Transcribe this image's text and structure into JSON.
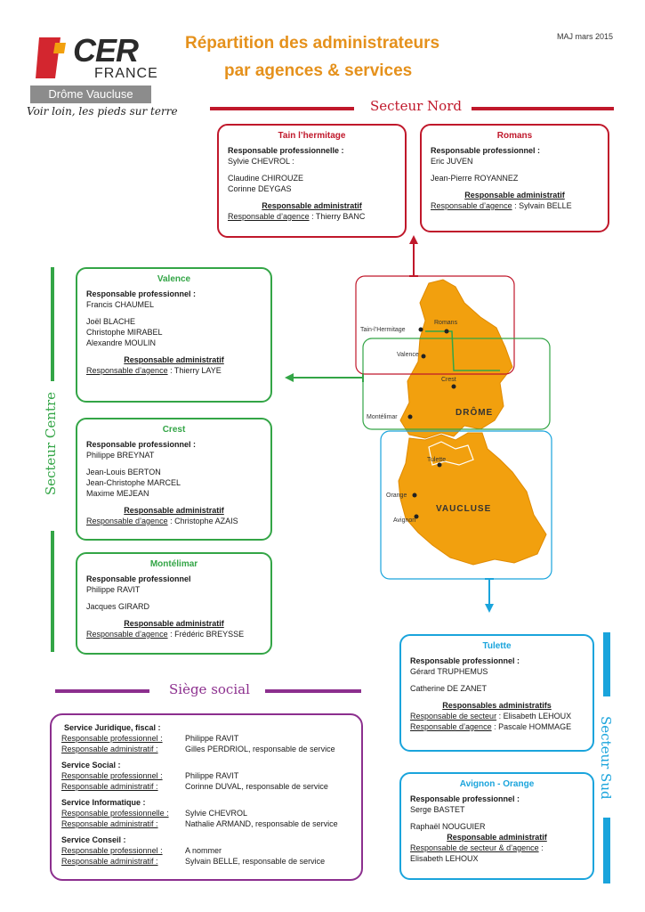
{
  "logo": {
    "brand": "CER",
    "brand_sub": "FRANCE",
    "region": "Drôme Vaucluse",
    "tagline": "Voir loin, les pieds sur terre"
  },
  "header": {
    "title_line1": "Répartition des administrateurs",
    "title_line2": "par agences & services",
    "maj": "MAJ mars 2015"
  },
  "colors": {
    "nord": "#c0182b",
    "centre": "#33a546",
    "sud": "#1aa4dc",
    "siege": "#8c2f8e",
    "map": "#f2a00e"
  },
  "sectors": {
    "nord": "Secteur Nord",
    "centre": "Secteur Centre",
    "sud": "Secteur Sud",
    "siege": "Siège social"
  },
  "agencies": {
    "tain": {
      "title": "Tain l’hermitage",
      "resp_pro_label": "Responsable professionnelle :",
      "members": [
        "Sylvie CHEVROL :",
        "Claudine CHIROUZE",
        "Corinne DEYGAS"
      ],
      "admin_label": "Responsable administratif",
      "agence_label": "Responsable d’agence",
      "agence_value": " : Thierry BANC"
    },
    "romans": {
      "title": "Romans",
      "resp_pro_label": "Responsable professionnel :",
      "members": [
        "Eric JUVEN",
        "Jean-Pierre ROYANNEZ"
      ],
      "admin_label": "Responsable administratif",
      "agence_label": "Responsable d’agence",
      "agence_value": " : Sylvain BELLE"
    },
    "valence": {
      "title": "Valence",
      "resp_pro_label": "Responsable professionnel :",
      "members": [
        "Francis CHAUMEL",
        "Joël BLACHE",
        "Christophe MIRABEL",
        "Alexandre MOULIN"
      ],
      "admin_label": "Responsable administratif",
      "agence_label": "Responsable d’agence",
      "agence_value": " : Thierry LAYE"
    },
    "crest": {
      "title": "Crest",
      "resp_pro_label": "Responsable professionnel :",
      "members": [
        "Philippe BREYNAT",
        "Jean-Louis BERTON",
        "Jean-Christophe MARCEL",
        "Maxime MEJEAN"
      ],
      "admin_label": "Responsable administratif",
      "agence_label": "Responsable d’agence",
      "agence_value": " : Christophe AZAIS"
    },
    "montelimar": {
      "title": "Montélimar",
      "resp_pro_label": "Responsable professionnel",
      "members": [
        "Philippe RAVIT",
        "Jacques GIRARD"
      ],
      "admin_label": "Responsable administratif",
      "agence_label": "Responsable d’agence",
      "agence_value": " : Frédéric BREYSSE"
    },
    "tulette": {
      "title": "Tulette",
      "resp_pro_label": "Responsable professionnel :",
      "members": [
        "Gérard TRUPHEMUS",
        "Catherine DE ZANET"
      ],
      "admin_label": "Responsables administratifs",
      "secteur_label": "Responsable de secteur",
      "secteur_value": " : Elisabeth LEHOUX",
      "agence_label": "Responsable d’agence",
      "agence_value": " : Pascale HOMMAGE"
    },
    "avignon": {
      "title": "Avignon - Orange",
      "resp_pro_label": "Responsable professionnel :",
      "members": [
        "Serge BASTET",
        "Raphaël NOUGUIER"
      ],
      "admin_label": "Responsable administratif",
      "secteur_agence_label": "Responsable de secteur & d’agence",
      "secteur_agence_suffix": " :",
      "secteur_agence_value": "Elisabeth LEHOUX"
    }
  },
  "siege": {
    "services": [
      {
        "title": "Service Juridique, fiscal :",
        "rows": [
          {
            "label": "Responsable professionnel :",
            "value": "Philippe RAVIT"
          },
          {
            "label": "Responsable administratif :",
            "value": "Gilles PERDRIOL, responsable de service"
          }
        ]
      },
      {
        "title": "Service Social :",
        "rows": [
          {
            "label": "Responsable professionnel :",
            "value": "Philippe RAVIT"
          },
          {
            "label": "Responsable administratif :",
            "value": "Corinne DUVAL, responsable de service"
          }
        ]
      },
      {
        "title": "Service Informatique :",
        "rows": [
          {
            "label": "Responsable professionnelle :",
            "value": "Sylvie CHEVROL"
          },
          {
            "label": "Responsable administratif :",
            "value": "Nathalie ARMAND, responsable de service"
          }
        ]
      },
      {
        "title": "Service Conseil :",
        "rows": [
          {
            "label": "Responsable professionnel :",
            "value": "A nommer"
          },
          {
            "label": "Responsable administratif :",
            "value": "Sylvain BELLE, responsable de service"
          }
        ]
      }
    ]
  },
  "map": {
    "cities": [
      "Tain-l’Hermitage",
      "Romans",
      "Valence",
      "Crest",
      "Montélimar",
      "Tulette",
      "Orange",
      "Avignon"
    ],
    "regions": [
      "DRÔME",
      "VAUCLUSE"
    ]
  }
}
